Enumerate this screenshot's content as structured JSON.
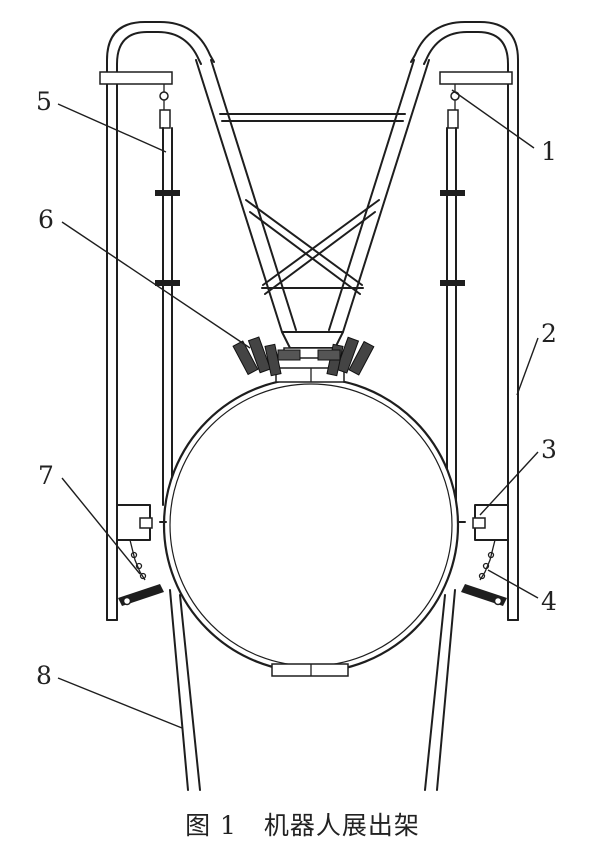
{
  "diagram": {
    "callouts": [
      {
        "id": "1",
        "text": "1"
      },
      {
        "id": "2",
        "text": "2"
      },
      {
        "id": "3",
        "text": "3"
      },
      {
        "id": "4",
        "text": "4"
      },
      {
        "id": "5",
        "text": "5"
      },
      {
        "id": "6",
        "text": "6"
      },
      {
        "id": "7",
        "text": "7"
      },
      {
        "id": "8",
        "text": "8"
      }
    ],
    "colors": {
      "line": "#1e1e1e",
      "background": "#ffffff"
    }
  },
  "caption": {
    "label": "图 1",
    "title": "机器人展出架"
  }
}
